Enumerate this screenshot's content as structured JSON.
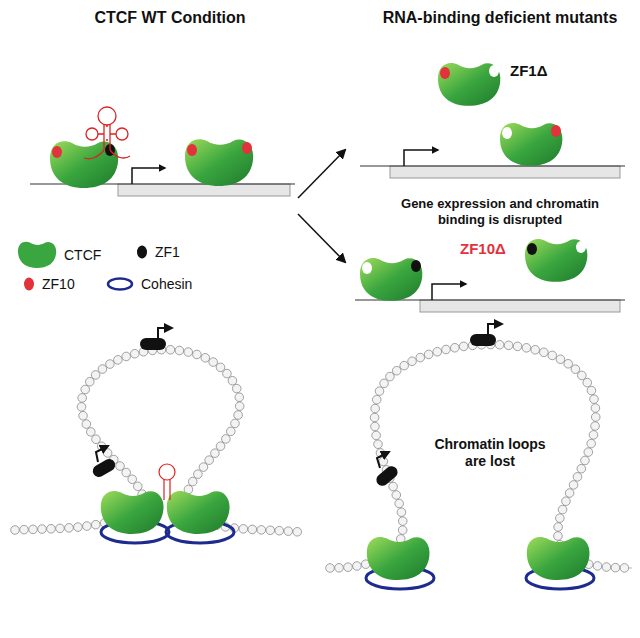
{
  "diagram": {
    "labels": [
      "CTCF WT Condition",
      "RNA-binding deficient mutants",
      "ZF1Δ",
      "Gene expression and chromatin binding is disrupted",
      "ZF10Δ",
      "Chromatin loops are lost"
    ],
    "legend": [
      {
        "text": "CTCF",
        "color": "#3aa63f"
      },
      {
        "text": "ZF1",
        "color": "#111111"
      },
      {
        "text": "ZF10",
        "color": "#e2323c"
      },
      {
        "text": "Cohesin",
        "color": "#1d2b8f"
      }
    ]
  }
}
